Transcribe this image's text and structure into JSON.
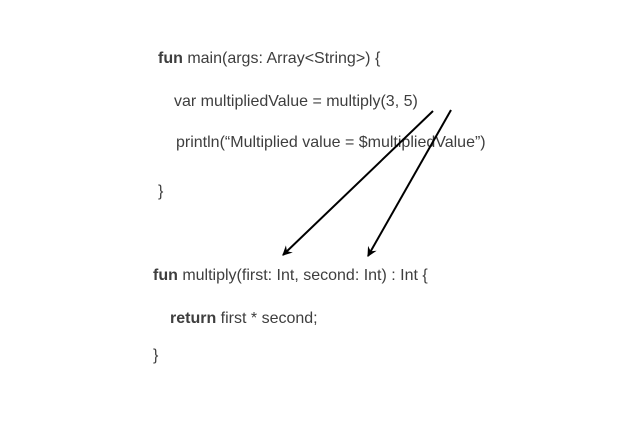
{
  "colors": {
    "background": "#ffffff",
    "text": "#3e3e3e",
    "arrow": "#000000"
  },
  "code": {
    "main_function": {
      "signature": {
        "keyword": "fun",
        "rest": " main(args: Array<String>) {"
      },
      "var_line": "var multipliedValue = multiply(3, 5)",
      "println_line": "println(“Multiplied value = $multipliedValue”)",
      "closing_brace": "}"
    },
    "multiply_function": {
      "signature": {
        "keyword": "fun",
        "rest": " multiply(first: Int, second: Int) : Int {"
      },
      "return_line": {
        "keyword": "return",
        "rest": " first * second;"
      },
      "closing_brace": "}"
    }
  },
  "arrows": [
    {
      "from_label": "3",
      "to_label": "first"
    },
    {
      "from_label": "5",
      "to_label": "second"
    }
  ]
}
